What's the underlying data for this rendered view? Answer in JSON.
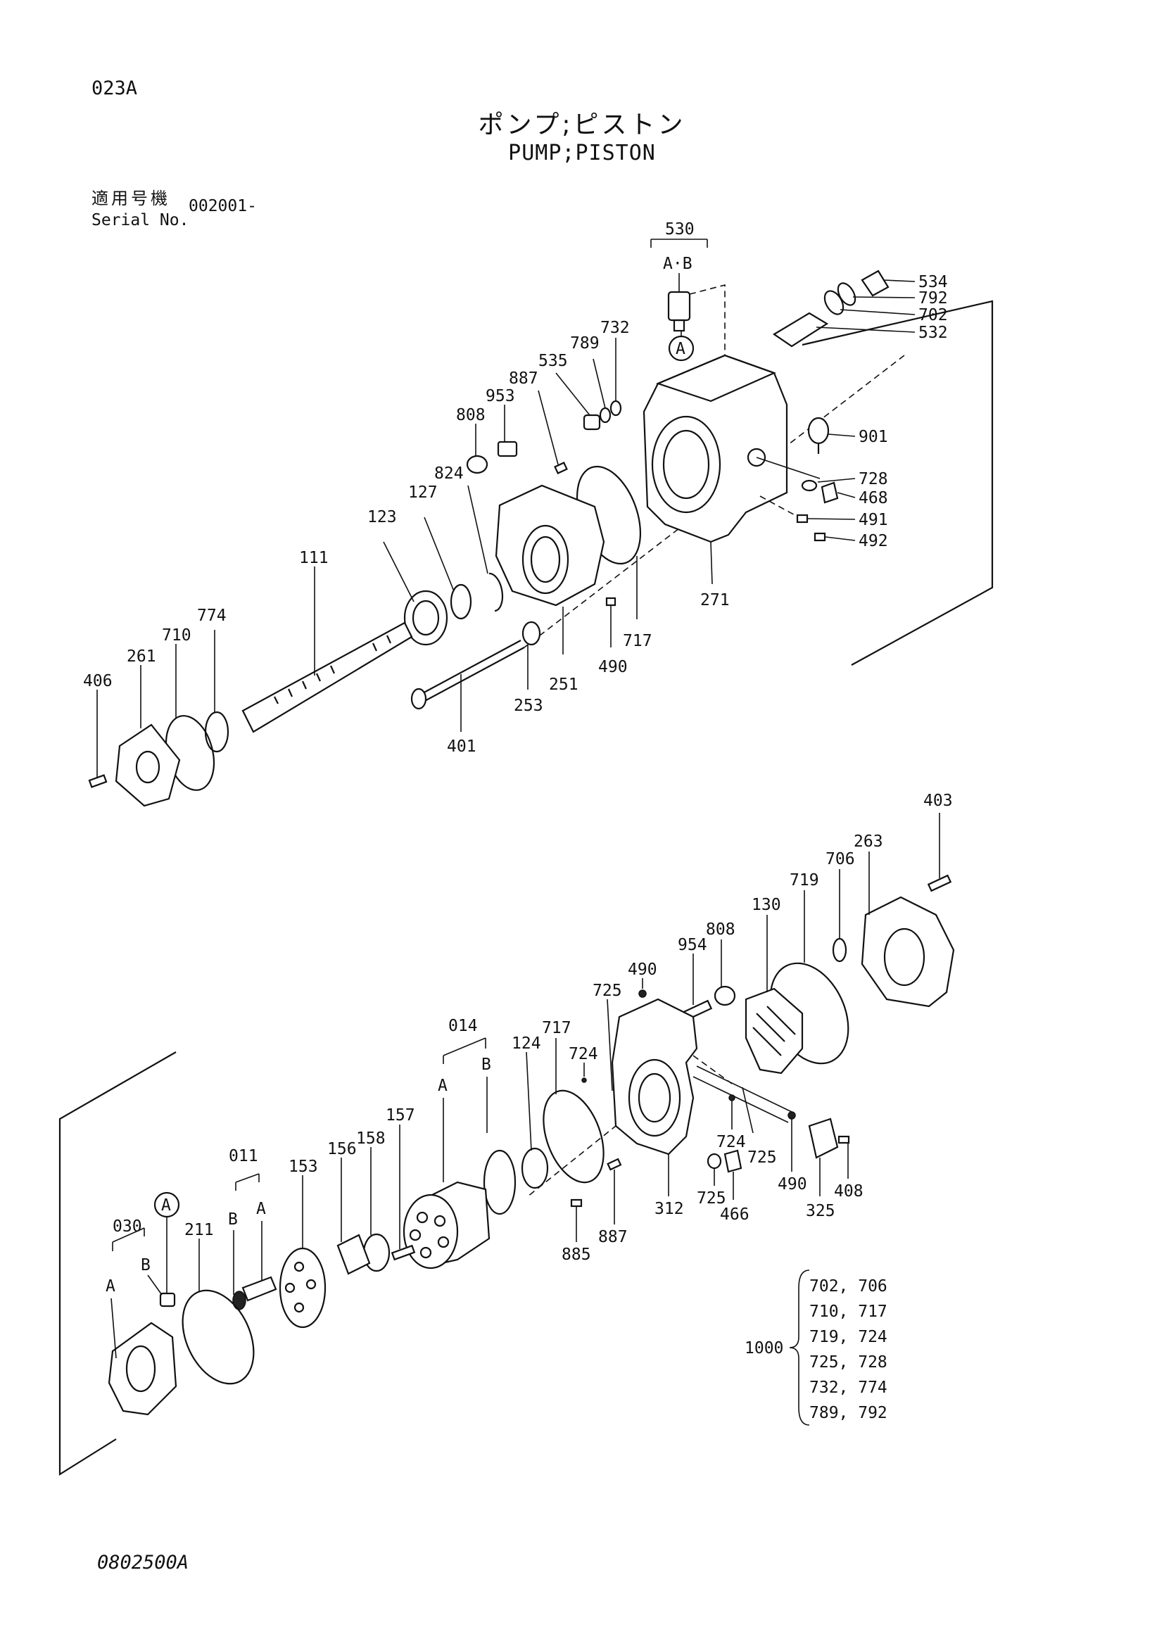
{
  "page_id": "023A",
  "title_jp": "ポンプ;ピストン",
  "title_en": "PUMP;PISTON",
  "serial_label_jp": "適用号機",
  "serial_label_en": "Serial No.",
  "serial_value": "002001-",
  "drawing_number": "0802500A",
  "group_labels": {
    "g530": "530",
    "g530_ab": "A·B",
    "g014": "014",
    "g014_a": "A",
    "g014_b": "B",
    "g011": "011",
    "g011_a": "A",
    "g011_b": "B",
    "g030": "030",
    "g030_a": "A",
    "g030_b": "B",
    "circle_a": "A"
  },
  "upper_parts": {
    "p534": "534",
    "p792": "792",
    "p702": "702",
    "p532": "532",
    "p901": "901",
    "p728": "728",
    "p468": "468",
    "p491": "491",
    "p492": "492",
    "p732": "732",
    "p789": "789",
    "p535": "535",
    "p887": "887",
    "p953": "953",
    "p808": "808",
    "p824": "824",
    "p127": "127",
    "p123": "123",
    "p111": "111",
    "p774": "774",
    "p710": "710",
    "p261": "261",
    "p406": "406",
    "p401": "401",
    "p253": "253",
    "p251": "251",
    "p490": "490",
    "p717": "717",
    "p271": "271"
  },
  "lower_parts": {
    "p403": "403",
    "p263": "263",
    "p706": "706",
    "p719": "719",
    "p130": "130",
    "p808": "808",
    "p954": "954",
    "p490a": "490",
    "p725a": "725",
    "p717": "717",
    "p724a": "724",
    "p124": "124",
    "p157": "157",
    "p158": "158",
    "p156": "156",
    "p153": "153",
    "p211": "211",
    "p724b": "724",
    "p725b": "725",
    "p725c": "725",
    "p466": "466",
    "p490b": "490",
    "p408": "408",
    "p325": "325",
    "p312": "312",
    "p887": "887",
    "p885": "885"
  },
  "kit": {
    "number": "1000",
    "items": [
      "702, 706",
      "710, 717",
      "719, 724",
      "725, 728",
      "732, 774",
      "789, 792"
    ]
  }
}
